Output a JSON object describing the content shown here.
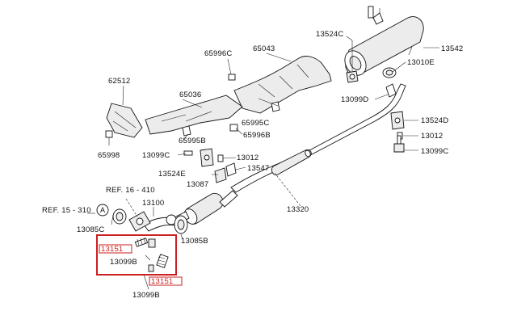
{
  "diagram": {
    "part_labels": {
      "p13524C_top": "13524C",
      "p13542": "13542",
      "p13010E": "13010E",
      "p13099D": "13099D",
      "p13524D": "13524D",
      "p13012_right": "13012",
      "p13099C_right": "13099C",
      "p65996C": "65996C",
      "p65043": "65043",
      "p62512": "62512",
      "p65036": "65036",
      "p65995C": "65995C",
      "p65996B": "65996B",
      "p65995B": "65995B",
      "p65998": "65998",
      "p13099C_mid": "13099C",
      "p13012_mid": "13012",
      "p13524E": "13524E",
      "p13547": "13547",
      "p13087": "13087",
      "pRef16": "REF. 16 - 410",
      "p13100": "13100",
      "p13320": "13320",
      "pRef15": "REF. 15 - 310",
      "pCircleA": "A",
      "p13085C": "13085C",
      "p13085B": "13085B",
      "p13151_a": "13151",
      "p13099B_a": "13099B",
      "p13151_b": "13151",
      "p13099B_b": "13099B"
    },
    "colors": {
      "line": "#111111",
      "highlight": "#cc1f1f",
      "part_fill": "#ececec"
    }
  }
}
